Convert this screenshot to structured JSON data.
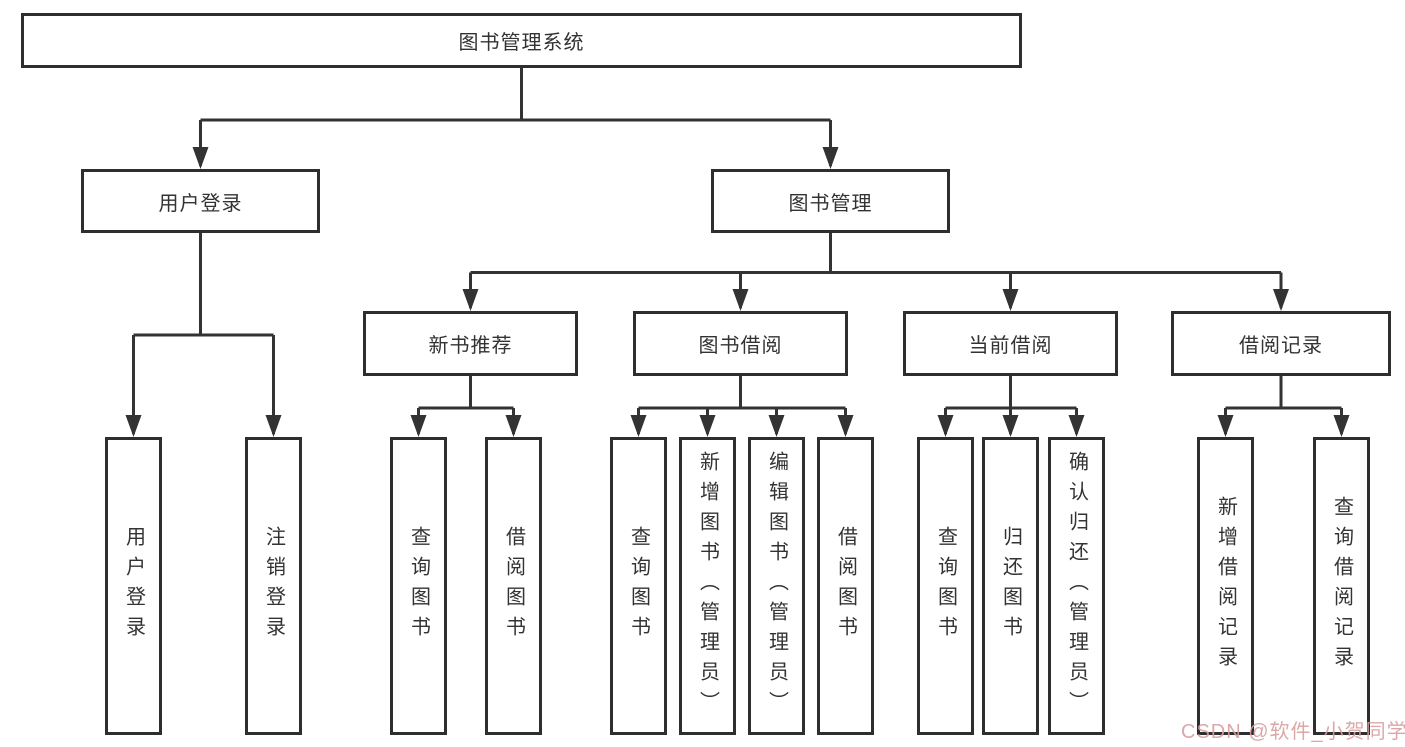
{
  "diagram": {
    "title": "图书管理系统",
    "level2": {
      "user_login": "用户登录",
      "book_mgmt": "图书管理"
    },
    "level3": {
      "new_book_recommend": "新书推荐",
      "book_borrow": "图书借阅",
      "current_borrow": "当前借阅",
      "borrow_records": "借阅记录"
    },
    "leaves": {
      "user_login": [
        "用户登录",
        "注销登录"
      ],
      "new_book_recommend": [
        "查询图书",
        "借阅图书"
      ],
      "book_borrow": [
        "查询图书",
        "新增图书（管理员）",
        "编辑图书（管理员）",
        "借阅图书"
      ],
      "current_borrow": [
        "查询图书",
        "归还图书",
        "确认归还（管理员）"
      ],
      "borrow_records": [
        "新增借阅记录",
        "查询借阅记录"
      ]
    },
    "line_color": "#333333"
  },
  "watermark": {
    "text": "CSDN @软件_小贺同学",
    "color": "#d79f9f"
  }
}
